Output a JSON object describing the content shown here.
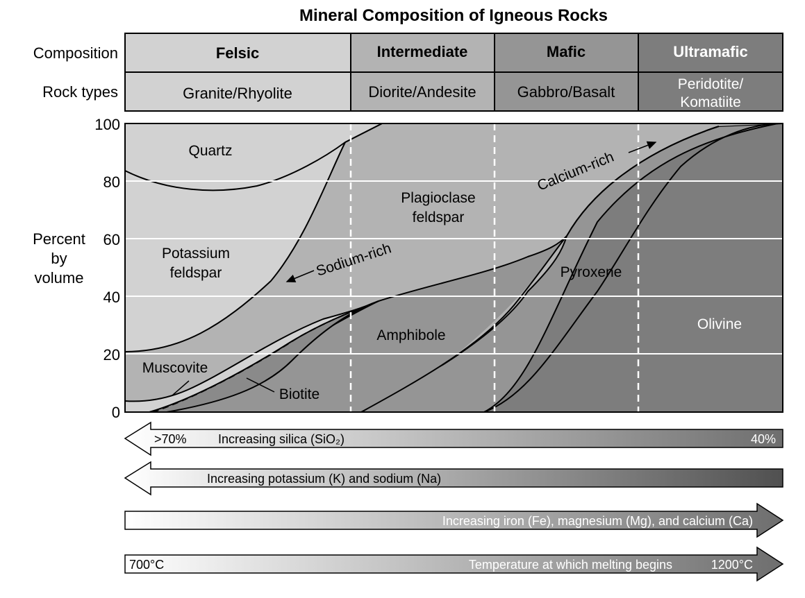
{
  "title": "Mineral Composition of Igneous Rocks",
  "header": {
    "composition_label": "Composition",
    "rock_types_label": "Rock types",
    "columns": [
      {
        "composition": "Felsic",
        "rock_type": "Granite/Rhyolite"
      },
      {
        "composition": "Intermediate",
        "rock_type": "Diorite/Andesite"
      },
      {
        "composition": "Mafic",
        "rock_type": "Gabbro/Basalt"
      },
      {
        "composition": "Ultramafic",
        "rock_type_line1": "Peridotite/",
        "rock_type_line2": "Komatiite"
      }
    ]
  },
  "axis": {
    "ylabel_line1": "Percent",
    "ylabel_line2": "by",
    "ylabel_line3": "volume",
    "ticks": [
      "0",
      "20",
      "40",
      "60",
      "80",
      "100"
    ]
  },
  "minerals": {
    "quartz": "Quartz",
    "potassium_line1": "Potassium",
    "potassium_line2": "feldspar",
    "plagioclase_line1": "Plagioclase",
    "plagioclase_line2": "feldspar",
    "sodium_rich": "Sodium-rich",
    "calcium_rich": "Calcium-rich",
    "pyroxene": "Pyroxene",
    "amphibole": "Amphibole",
    "olivine": "Olivine",
    "muscovite": "Muscovite",
    "biotite": "Biotite"
  },
  "arrows": {
    "silica_left": ">70%",
    "silica_text": "Increasing silica (SiO₂)",
    "silica_right": "40%",
    "potassium_text": "Increasing potassium (K) and sodium (Na)",
    "iron_text": "Increasing iron (Fe), magnesium (Mg), and calcium (Ca)",
    "temp_left": "700°C",
    "temp_text": "Temperature at which melting begins",
    "temp_right": "1200°C"
  },
  "colors": {
    "felsic": "#d2d2d2",
    "intermediate": "#b3b3b3",
    "mafic": "#959595",
    "ultramafic": "#7d7d7d",
    "biotite": "#8a8a8a"
  }
}
